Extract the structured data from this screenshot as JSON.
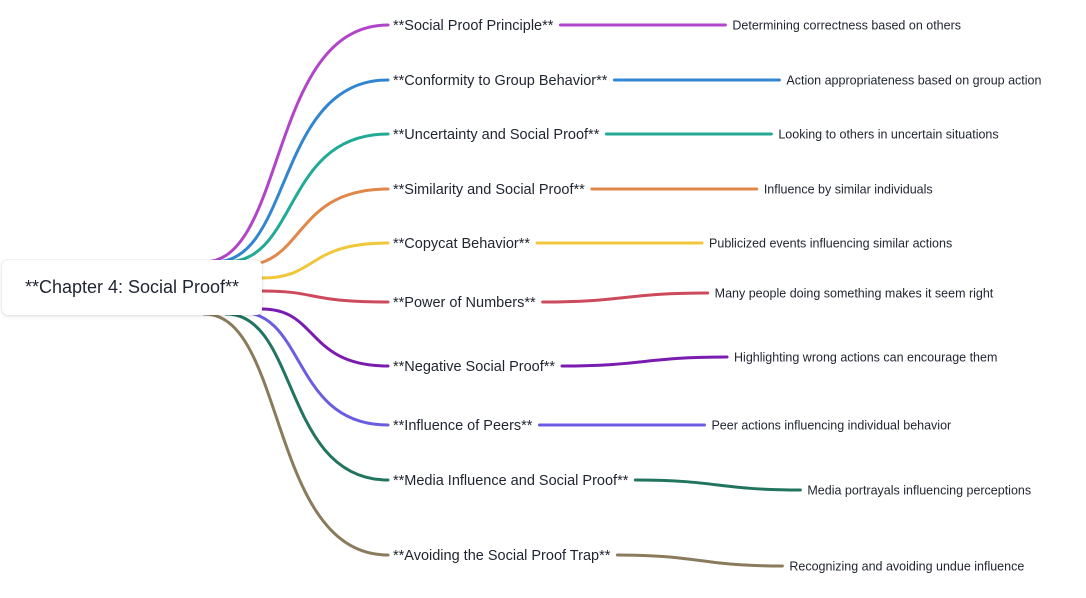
{
  "root": {
    "label": "**Chapter 4: Social Proof**"
  },
  "branches": [
    {
      "label": "**Social Proof Principle**",
      "detail": "Determining correctness based on others",
      "color": "#b144c9"
    },
    {
      "label": "**Conformity to Group Behavior**",
      "detail": "Action appropriateness based on group action",
      "color": "#3286d0"
    },
    {
      "label": "**Uncertainty and Social Proof**",
      "detail": "Looking to others in uncertain situations",
      "color": "#21aa96"
    },
    {
      "label": "**Similarity and Social Proof**",
      "detail": "Influence by similar individuals",
      "color": "#e0874a"
    },
    {
      "label": "**Copycat Behavior**",
      "detail": "Publicized events influencing similar actions",
      "color": "#f0c63a"
    },
    {
      "label": "**Power of Numbers**",
      "detail": "Many people doing something makes it seem right",
      "color": "#cc4a5c"
    },
    {
      "label": "**Negative Social Proof**",
      "detail": "Highlighting wrong actions can encourage them",
      "color": "#7a1cb0"
    },
    {
      "label": "**Influence of Peers**",
      "detail": "Peer actions influencing individual behavior",
      "color": "#6b5de0"
    },
    {
      "label": "**Media Influence and Social Proof**",
      "detail": "Media portrayals influencing perceptions",
      "color": "#21755f"
    },
    {
      "label": "**Avoiding the Social Proof Trap**",
      "detail": "Recognizing and avoiding undue influence",
      "color": "#8a7b5c"
    }
  ]
}
